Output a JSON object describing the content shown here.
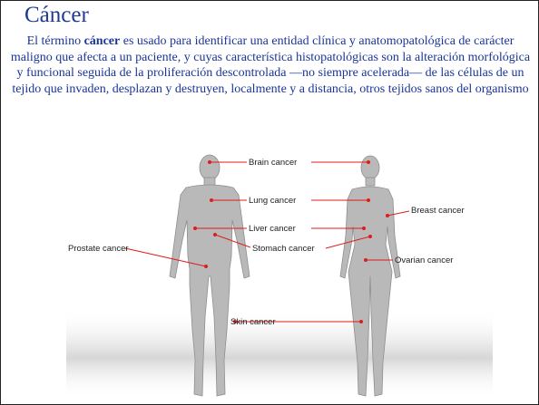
{
  "slide": {
    "title": "Cáncer",
    "paragraph": {
      "before": "El término ",
      "bold": "cáncer",
      "after": " es usado para identificar una entidad clínica y anatomopatológica de carácter maligno que afecta a un paciente, y cuyas característica histopatológicas son la alteración morfológica y funcional seguida de la proliferación descontrolada —no siempre acelerada— de las células de un tejido que invaden, desplazan y destruyen, localmente y a distancia, otros tejidos sanos del organismo"
    }
  },
  "figure": {
    "labels": {
      "brain": "Brain cancer",
      "lung": "Lung cancer",
      "breast": "Breast cancer",
      "liver": "Liver cancer",
      "stomach": "Stomach cancer",
      "prostate": "Prostate cancer",
      "ovarian": "Ovarian cancer",
      "skin": "Skin cancer"
    },
    "colors": {
      "marker": "#e01b1b",
      "body": "#b9b9b9",
      "body_outline": "#8e8e8e"
    }
  }
}
